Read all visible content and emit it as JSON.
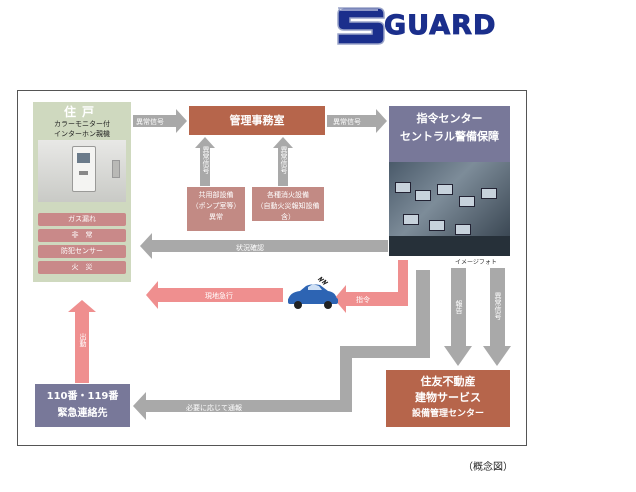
{
  "logo": {
    "text": "GUARD"
  },
  "residence": {
    "title": "住戸",
    "subtitle_1": "カラーモニター付",
    "subtitle_2": "インターホン親機",
    "alarms": [
      "ガス漏れ",
      "非　常",
      "防犯センサー",
      "火　災"
    ]
  },
  "management_office": {
    "label": "管理事務室"
  },
  "equipment": [
    {
      "line_1": "共用部設備",
      "line_2": "（ポンプ室等）",
      "line_3": "異常"
    },
    {
      "line_1": "各種消火設備",
      "line_2": "（自動火災報知設備含）"
    }
  ],
  "command_center": {
    "line_1": "指令センター",
    "line_2": "セントラル警備保障"
  },
  "photo_caption": "イメージフォト",
  "sumitomo": {
    "line_1": "住友不動産",
    "line_2": "建物サービス",
    "line_3": "設備管理センター"
  },
  "emergency": {
    "line_1": "110番・119番",
    "line_2": "緊急連絡先"
  },
  "flows": {
    "abnormal_signal": "異常信号",
    "status_check": "状況確認",
    "rush_to_site": "現地急行",
    "command": "指令",
    "report": "報告",
    "dispatch": "出動",
    "notify_if_needed": "必要に応じて通報"
  },
  "caption": "（概念図）",
  "colors": {
    "flow_gray": "#a9a9a9",
    "flow_pink": "#ef8f8f",
    "brown": "#b6654b",
    "slate": "#787899",
    "green": "#cfd9bf",
    "logo_blue": "#1b2f8c"
  }
}
